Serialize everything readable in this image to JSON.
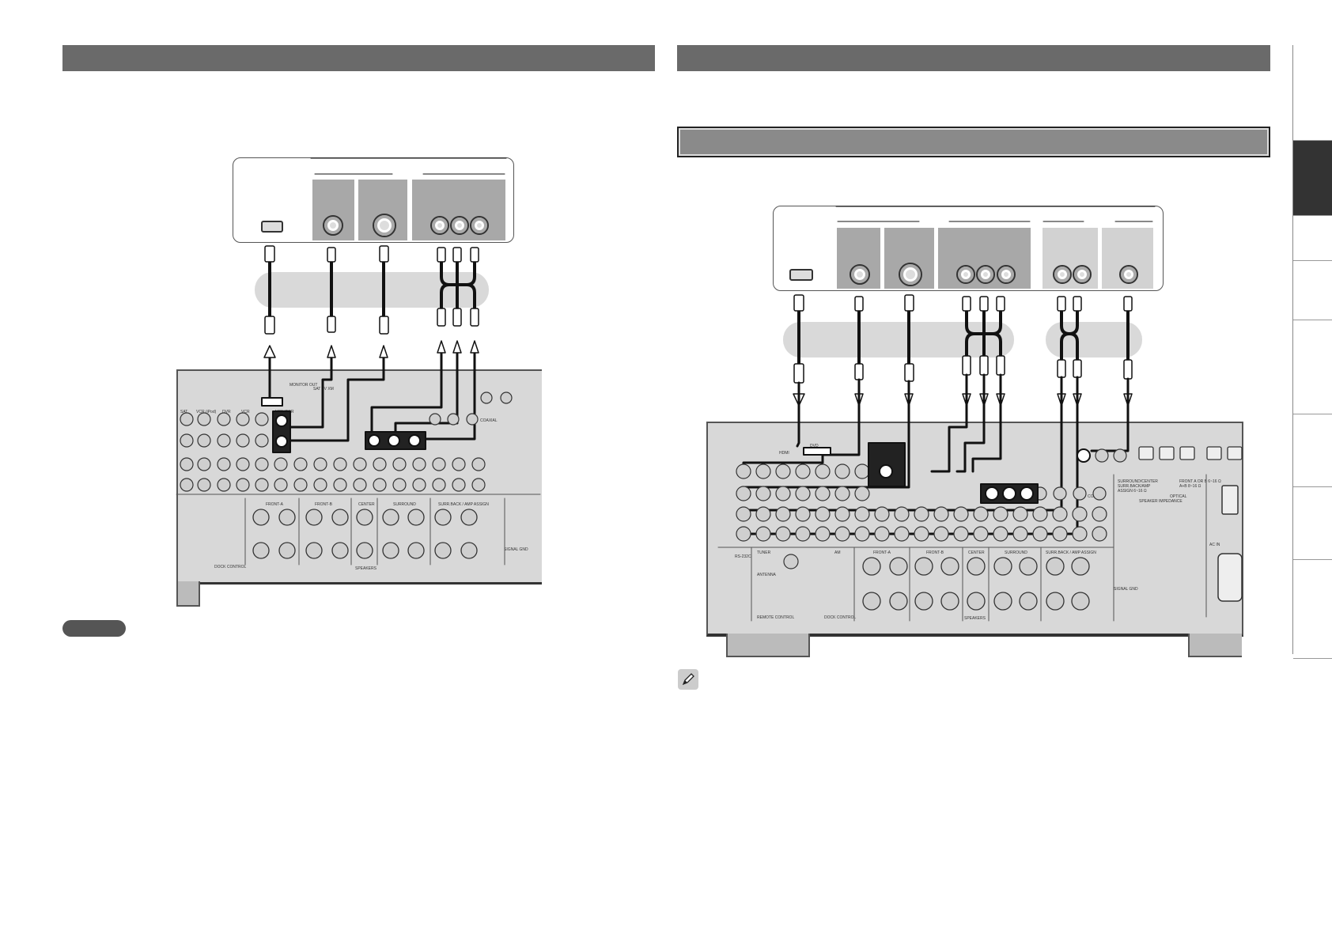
{
  "left_diagram": {
    "receiver_labels": {
      "monitor_out": "MONITOR OUT",
      "sat_tv_xm": "SAT TV XM",
      "coaxial": "COAXIAL",
      "sat": "SAT",
      "vcr_ipod": "VCR (iPod)",
      "dvr": "DVR",
      "vcr": "VCR",
      "monitor": "MONITOR",
      "front_a": "FRONT-A",
      "front_b": "FRONT-B",
      "center": "CENTER",
      "surround": "SURROUND",
      "surr_back_amp_assign": "SURR.BACK / AMP ASSIGN",
      "dock_control": "DOCK CONTROL",
      "signal_gnd": "SIGNAL GND",
      "speakers": "SPEAKERS"
    }
  },
  "right_diagram": {
    "receiver_labels": {
      "optical": "OPTICAL",
      "coaxial": "COAXIAL",
      "speaker_impedance": "SPEAKER IMPEDANCE",
      "tuner": "TUNER",
      "antenna": "ANTENNA",
      "am": "AM",
      "rs232c": "RS-232C",
      "remote_control": "REMOTE CONTROL",
      "dock_control": "DOCK CONTROL",
      "front_a": "FRONT-A",
      "front_b": "FRONT-B",
      "center": "CENTER",
      "surround": "SURROUND",
      "surr_back_amp_assign": "SURR.BACK / AMP ASSIGN",
      "speakers": "SPEAKERS",
      "signal_gnd": "SIGNAL GND",
      "ac_in": "AC IN",
      "hdmi": "HDMI",
      "dvd": "DVD",
      "surround_center_impedance": "SURROUND/CENTER SURR.BACK/AMP ASSIGN 6~16 Ω",
      "front_impedance": "FRONT A OR B 6~16 Ω A+B 8~16 Ω"
    }
  },
  "icons": {
    "note": "note-pill-icon",
    "pencil": "pencil-icon"
  },
  "colors": {
    "header_bar": "#6a6a6a",
    "device_group": "#a8a8a8",
    "device_group_light": "#d2d2d2",
    "panel": "#d8d8d8",
    "active_tab": "#333333"
  }
}
